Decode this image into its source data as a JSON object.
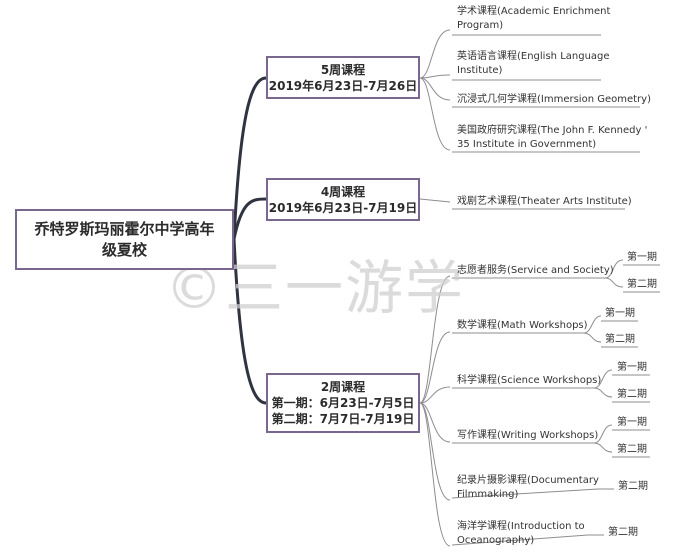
{
  "root": {
    "line1": "乔特罗斯玛丽霍尔中学高年",
    "line2": "级夏校"
  },
  "branches": [
    {
      "title": "5周课程",
      "dates": [
        "2019年6月23日-7月26日"
      ],
      "courses": [
        {
          "lines": [
            "学术课程(Academic Enrichment",
            "Program)"
          ],
          "sessions": []
        },
        {
          "lines": [
            "英语语言课程(English Language",
            "Institute)"
          ],
          "sessions": []
        },
        {
          "lines": [
            "沉浸式几何学课程(Immersion Geometry)"
          ],
          "sessions": []
        },
        {
          "lines": [
            "美国政府研究课程(The John F. Kennedy '",
            "35 Institute in Government)"
          ],
          "sessions": []
        }
      ]
    },
    {
      "title": "4周课程",
      "dates": [
        "2019年6月23日-7月19日"
      ],
      "courses": [
        {
          "lines": [
            "戏剧艺术课程(Theater Arts Institute)"
          ],
          "sessions": []
        }
      ]
    },
    {
      "title": "2周课程",
      "dates": [
        "第一期：6月23日-7月5日",
        "第二期：7月7日-7月19日"
      ],
      "courses": [
        {
          "lines": [
            "志愿者服务(Service and Society)"
          ],
          "sessions": [
            "第一期",
            "第二期"
          ]
        },
        {
          "lines": [
            "数学课程(Math Workshops)"
          ],
          "sessions": [
            "第一期",
            "第二期"
          ]
        },
        {
          "lines": [
            "科学课程(Science Workshops)"
          ],
          "sessions": [
            "第一期",
            "第二期"
          ]
        },
        {
          "lines": [
            "写作课程(Writing Workshops)"
          ],
          "sessions": [
            "第一期",
            "第二期"
          ]
        },
        {
          "lines": [
            "纪录片摄影课程(Documentary",
            "Filmmaking)"
          ],
          "sessions": [
            "第二期"
          ]
        },
        {
          "lines": [
            "海洋学课程(Introduction to",
            "Oceanography)"
          ],
          "sessions": [
            "第二期"
          ]
        }
      ]
    }
  ],
  "watermark": "©三一游学",
  "colors": {
    "root_line": "#2f3440",
    "branch_line": "#8d8d8d",
    "box_border": "#7a6790"
  }
}
